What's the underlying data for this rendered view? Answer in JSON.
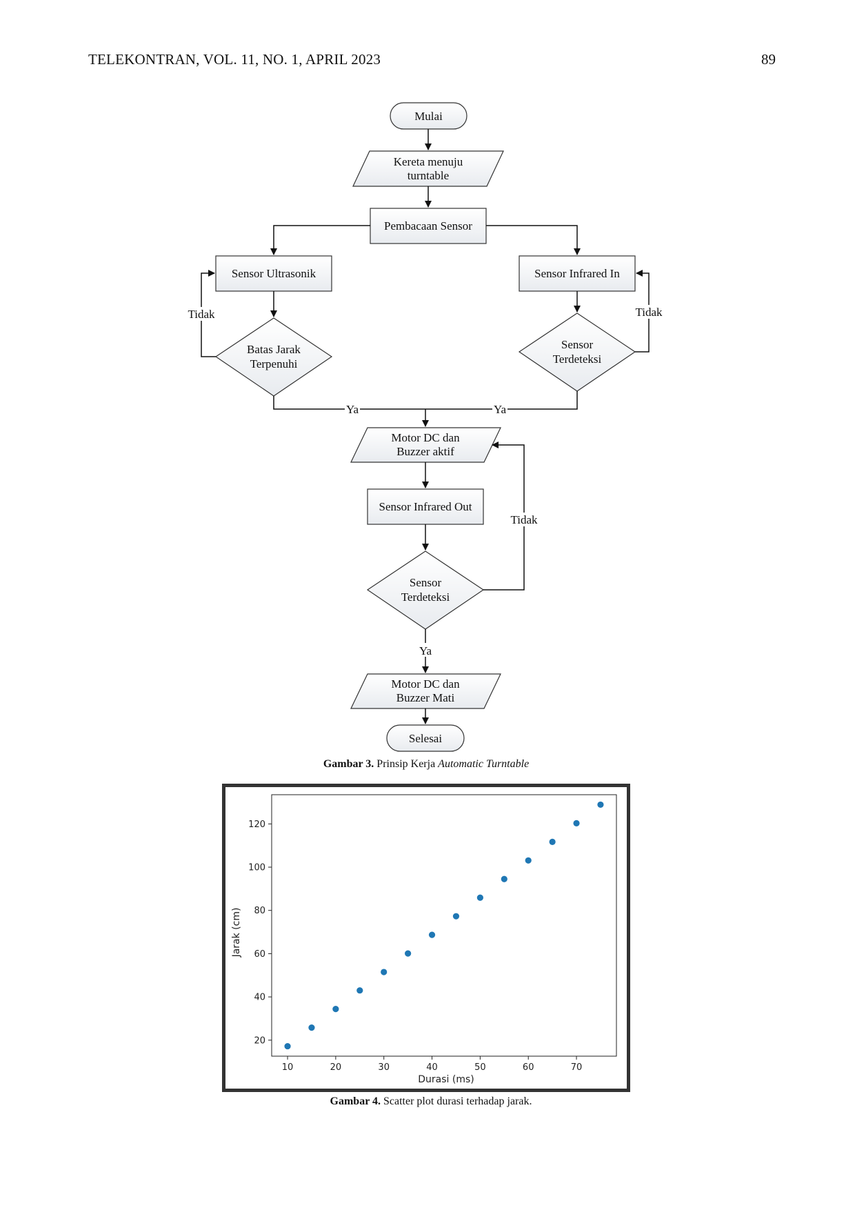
{
  "header": {
    "journal": "TELEKONTRAN, VOL. 11, NO. 1, APRIL 2023",
    "page_number": "89"
  },
  "flowchart": {
    "start": "Mulai",
    "kereta": [
      "Kereta menuju",
      "turntable"
    ],
    "pembacaan": "Pembacaan Sensor",
    "ultrasonik": "Sensor Ultrasonik",
    "infrared_in": "Sensor Infrared In",
    "batas": [
      "Batas Jarak",
      "Terpenuhi"
    ],
    "terdeteksi_1": [
      "Sensor",
      "Terdeteksi"
    ],
    "motor_aktif": [
      "Motor DC dan",
      "Buzzer aktif"
    ],
    "infrared_out": "Sensor Infrared Out",
    "terdeteksi_2": [
      "Sensor",
      "Terdeteksi"
    ],
    "motor_mati": [
      "Motor DC dan",
      "Buzzer Mati"
    ],
    "end": "Selesai",
    "yes_label": "Ya",
    "no_label": "Tidak"
  },
  "captions": {
    "fig3_label": "Gambar 3.",
    "fig3_text": "Prinsip Kerja",
    "fig3_italic": "Automatic Turntable",
    "fig4_label": "Gambar 4.",
    "fig4_text": "Scatter plot durasi terhadap jarak."
  },
  "chart_data": {
    "type": "scatter",
    "xlabel": "Durasi (ms)",
    "ylabel": "Jarak (cm)",
    "x": [
      10,
      15,
      20,
      25,
      30,
      35,
      40,
      45,
      50,
      55,
      60,
      65,
      70,
      75
    ],
    "y": [
      17.2,
      25.8,
      34.4,
      43.0,
      51.5,
      60.1,
      68.7,
      77.3,
      85.9,
      94.5,
      103.1,
      111.7,
      120.3,
      128.9
    ],
    "xticks": [
      10,
      20,
      30,
      40,
      50,
      60,
      70
    ],
    "yticks": [
      20,
      40,
      60,
      80,
      100,
      120
    ],
    "xlim": [
      6.7,
      78.3
    ],
    "ylim": [
      12.6,
      133.5
    ],
    "point_color": "#1f77b4",
    "grid": false
  }
}
